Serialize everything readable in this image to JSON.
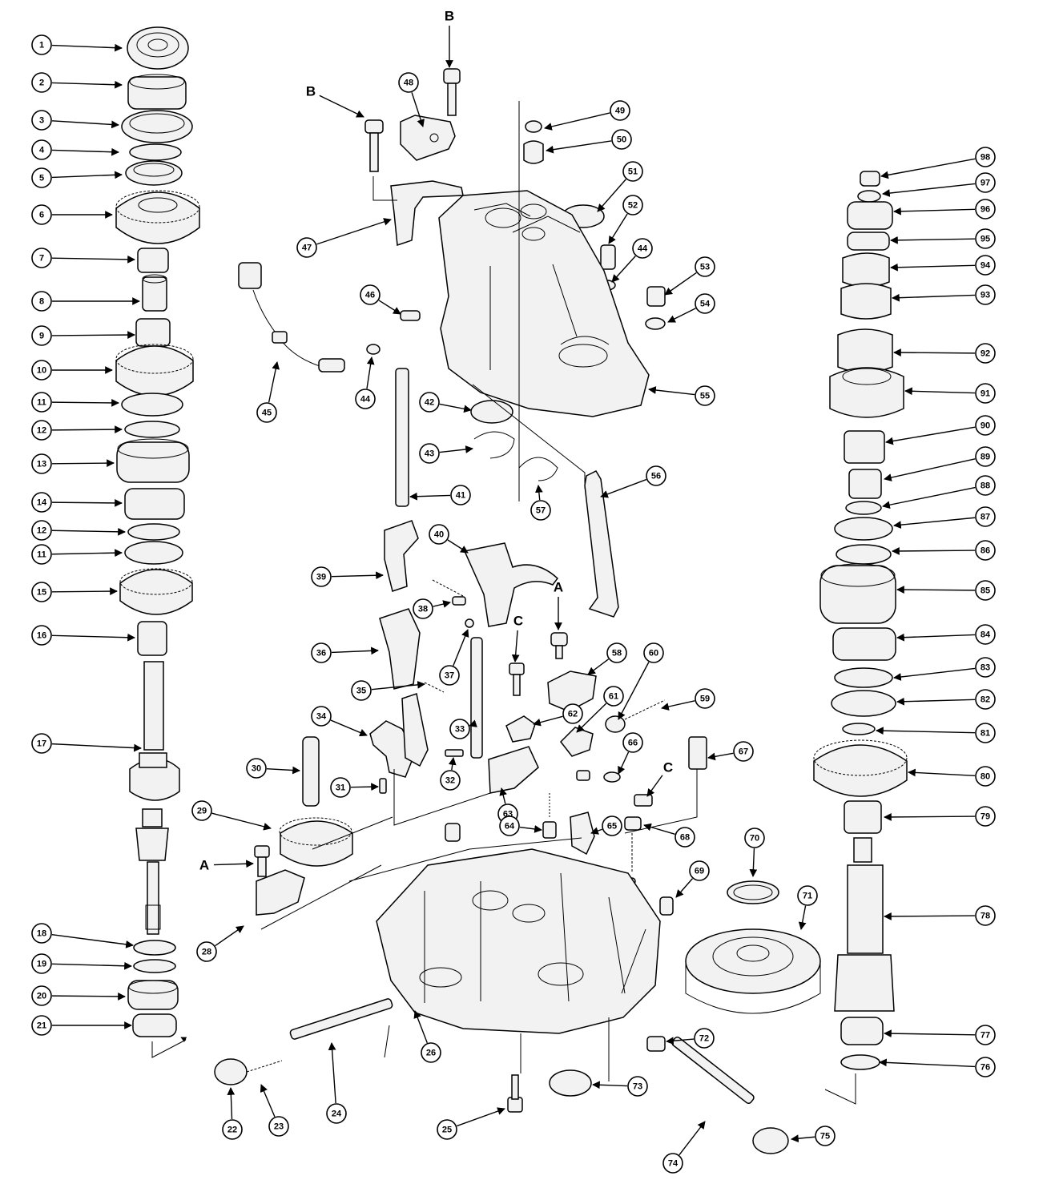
{
  "diagram": {
    "callouts": [
      "1",
      "2",
      "3",
      "4",
      "5",
      "6",
      "7",
      "8",
      "9",
      "10",
      "11",
      "12",
      "13",
      "14",
      "12",
      "11",
      "15",
      "16",
      "17",
      "18",
      "19",
      "20",
      "21",
      "22",
      "23",
      "24",
      "25",
      "26",
      "28",
      "29",
      "30",
      "31",
      "32",
      "33",
      "34",
      "35",
      "36",
      "37",
      "38",
      "39",
      "40",
      "41",
      "42",
      "43",
      "44",
      "45",
      "46",
      "47",
      "48",
      "49",
      "50",
      "51",
      "52",
      "44",
      "53",
      "54",
      "55",
      "56",
      "57",
      "58",
      "59",
      "60",
      "61",
      "62",
      "63",
      "64",
      "65",
      "66",
      "67",
      "68",
      "69",
      "70",
      "71",
      "72",
      "73",
      "74",
      "75",
      "76",
      "77",
      "78",
      "79",
      "80",
      "81",
      "82",
      "83",
      "84",
      "85",
      "86",
      "87",
      "88",
      "89",
      "90",
      "91",
      "92",
      "93",
      "94",
      "95",
      "96",
      "97",
      "98"
    ],
    "letters": [
      "B",
      "B",
      "A",
      "A",
      "C",
      "C"
    ]
  }
}
